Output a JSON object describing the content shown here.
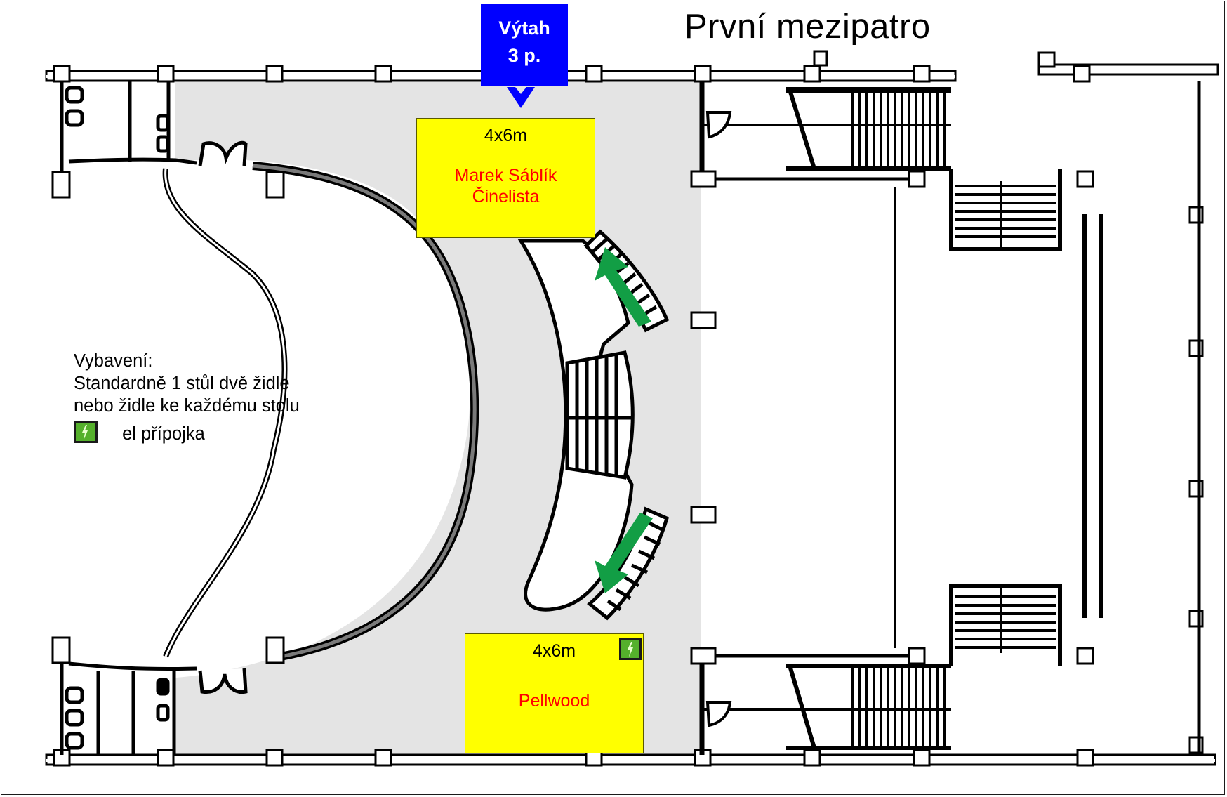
{
  "map": {
    "title": "První mezipatro",
    "elevator": {
      "line1": "Výtah",
      "line2": "3 p.",
      "icon": "arrow-down-icon",
      "color": "#0000ff"
    },
    "booths": [
      {
        "size": "4x6m",
        "name_line1": "Marek Sáblík",
        "name_line2": "Činelista",
        "has_power": false,
        "color": "#ffff00"
      },
      {
        "size": "4x6m",
        "name_line1": "Pellwood",
        "name_line2": "",
        "has_power": true,
        "power_icon": "lightning-icon",
        "color": "#ffff00"
      }
    ],
    "legend": {
      "heading": "Vybavení:",
      "line1": "Standardně 1 stůl dvě židle",
      "line2": "nebo židle ke každému stolu",
      "power_label": "el přípojka",
      "power_icon": "lightning-icon",
      "power_color": "#55b02c"
    },
    "direction_arrows": [
      {
        "icon": "arrow-up-icon",
        "meaning": "stairs up",
        "color": "#129e45"
      },
      {
        "icon": "arrow-down-icon",
        "meaning": "stairs down",
        "color": "#129e45"
      }
    ],
    "colors": {
      "hall_floor": "#e4e4e4",
      "walls": "#000000",
      "booth_text": "#ff0000"
    }
  }
}
